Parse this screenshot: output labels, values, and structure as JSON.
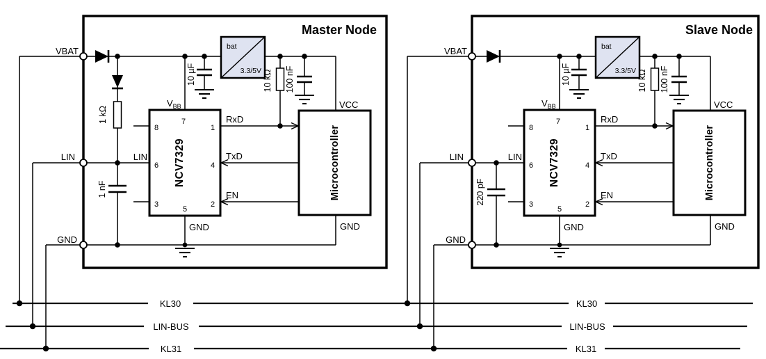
{
  "nodes": {
    "master": {
      "title": "Master Node",
      "terminals": {
        "vbat": "VBAT",
        "lin": "LIN",
        "gnd": "GND"
      },
      "transceiver": {
        "part": "NCV7329",
        "pin8": "8",
        "pin7": "7",
        "pin1": "1",
        "pin6": "6",
        "pin4": "4",
        "pin3": "3",
        "pin2": "2",
        "pin5": "5",
        "vbb": "V",
        "vbb_sub": "BB",
        "lin_pin": "LIN",
        "gnd_pin": "GND"
      },
      "regulator": {
        "in": "bat",
        "out": "3.3/5V"
      },
      "mcu": {
        "name": "Microcontroller",
        "vcc": "VCC",
        "gnd": "GND"
      },
      "signals": {
        "rxd": "RxD",
        "txd": "TxD",
        "en": "EN"
      },
      "components": {
        "series_resistor": "1 kΩ",
        "lin_cap": "1 nF",
        "vbb_cap": "10 µF",
        "rxd_pullup": "10 kΩ",
        "vcc_cap": "100 nF"
      }
    },
    "slave": {
      "title": "Slave Node",
      "terminals": {
        "vbat": "VBAT",
        "lin": "LIN",
        "gnd": "GND"
      },
      "transceiver": {
        "part": "NCV7329",
        "pin8": "8",
        "pin7": "7",
        "pin1": "1",
        "pin6": "6",
        "pin4": "4",
        "pin3": "3",
        "pin2": "2",
        "pin5": "5",
        "vbb": "V",
        "vbb_sub": "BB",
        "lin_pin": "LIN",
        "gnd_pin": "GND"
      },
      "regulator": {
        "in": "bat",
        "out": "3.3/5V"
      },
      "mcu": {
        "name": "Microcontroller",
        "vcc": "VCC",
        "gnd": "GND"
      },
      "signals": {
        "rxd": "RxD",
        "txd": "TxD",
        "en": "EN"
      },
      "components": {
        "lin_cap": "220 pF",
        "vbb_cap": "10 µF",
        "rxd_pullup": "10 kΩ",
        "vcc_cap": "100 nF"
      }
    }
  },
  "buses": {
    "kl30": "KL30",
    "lin_bus": "LIN-BUS",
    "kl31": "KL31"
  },
  "colors": {
    "regulator_fill": "#dfe3f1",
    "line": "#000000"
  }
}
